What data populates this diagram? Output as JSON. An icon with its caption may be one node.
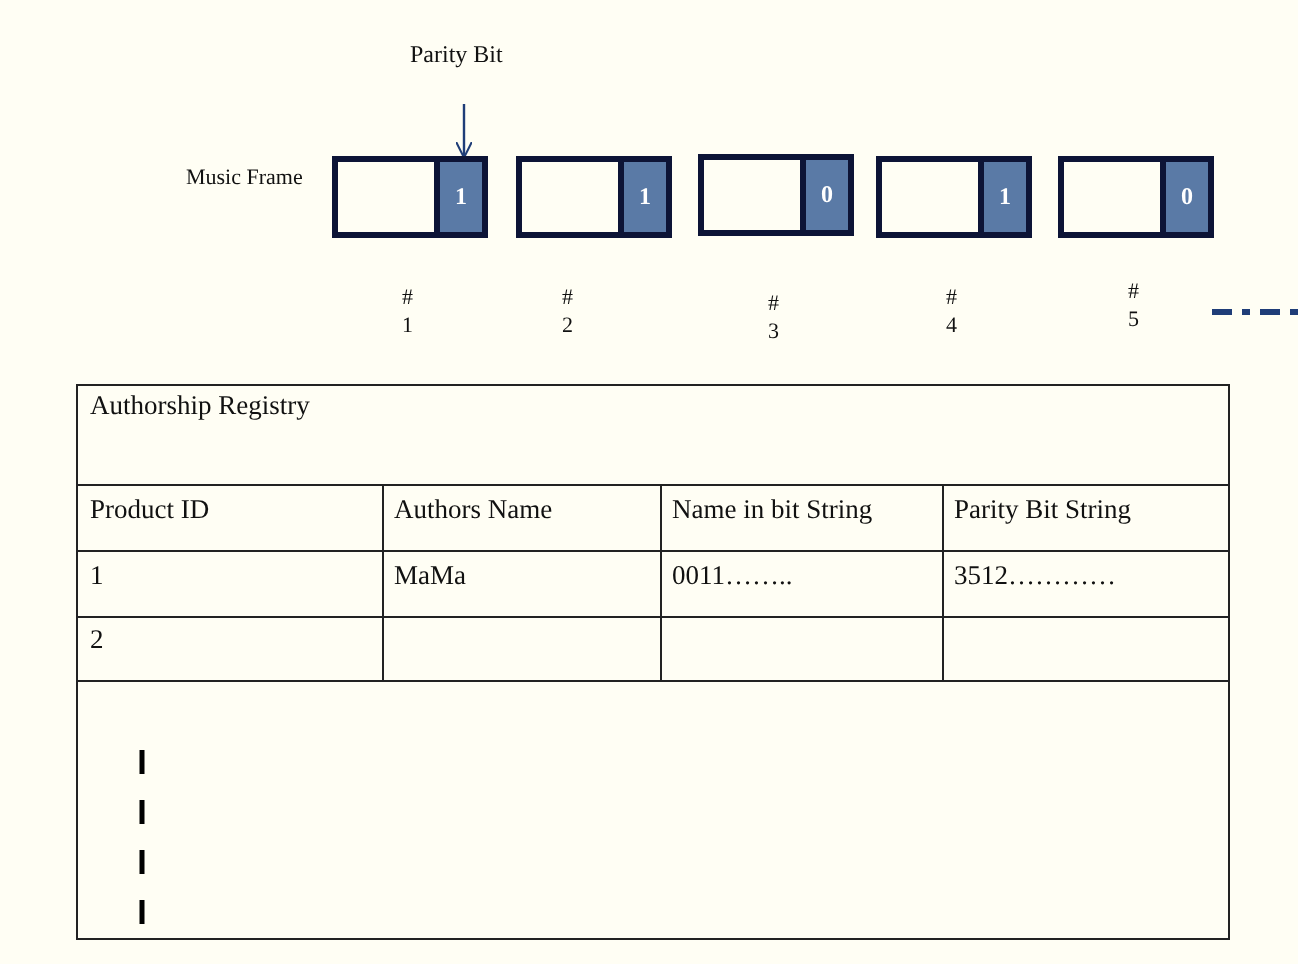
{
  "diagram": {
    "nodes": [
      {
        "text": [
          "Parity Bit"
        ]
      },
      {
        "text": [],
        "shape": "box"
      },
      {
        "text": [
          "1"
        ],
        "in": 1
      },
      {
        "text": [],
        "shape": "box"
      },
      {
        "text": [
          "1"
        ],
        "in": 3
      },
      {
        "text": [],
        "shape": "box"
      },
      {
        "text": [
          "0"
        ],
        "in": 5
      },
      {
        "text": [],
        "shape": "box"
      },
      {
        "text": [
          "1"
        ],
        "in": 7
      },
      {
        "text": [],
        "shape": "box"
      },
      {
        "text": [
          "0"
        ],
        "in": 9
      }
    ],
    "edges": [
      {
        "from": 0,
        "to": 2,
        "arrow": "to"
      }
    ],
    "labels": [
      "Music Frame",
      "#",
      "1",
      "#",
      "2",
      "#",
      "3",
      "#",
      "4",
      "#",
      "5",
      "Authorship Registry",
      "Product ID",
      "Authors Name",
      "Name in bit String",
      "Parity Bit String",
      "1",
      "MaMa",
      "0011……..",
      "3512…………",
      "2"
    ]
  }
}
